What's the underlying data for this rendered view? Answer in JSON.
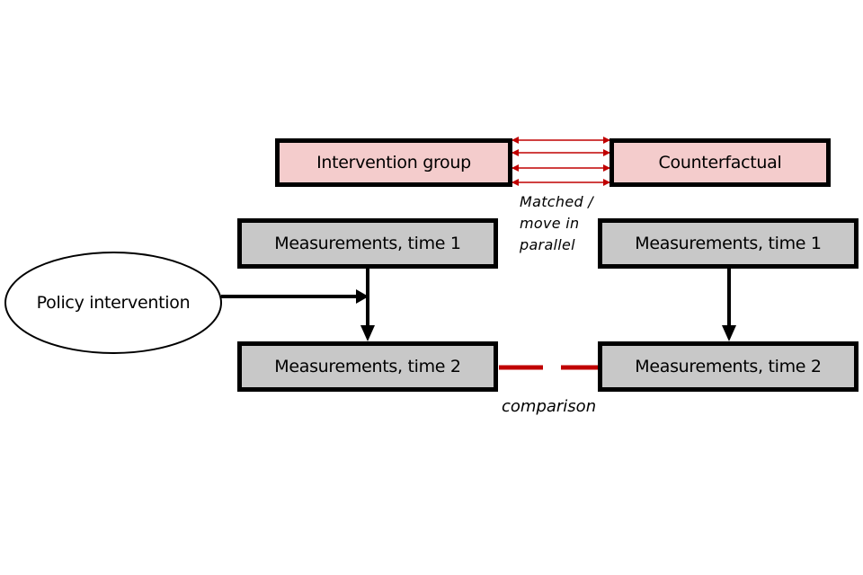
{
  "groups": {
    "intervention_label": "Intervention group",
    "counterfactual_label": "Counterfactual"
  },
  "measurements": {
    "left_time1": "Measurements, time 1",
    "left_time2": "Measurements, time 2",
    "right_time1": "Measurements, time 1",
    "right_time2": "Measurements, time 2"
  },
  "policy": {
    "label": "Policy intervention"
  },
  "notes": {
    "matched_line1": "Matched /",
    "matched_line2": "move in",
    "matched_line3": "parallel",
    "comparison": "comparison"
  },
  "colors": {
    "pink_fill": "#f4cccc",
    "grey_fill": "#c8c8c8",
    "red_accent": "#c00000"
  }
}
